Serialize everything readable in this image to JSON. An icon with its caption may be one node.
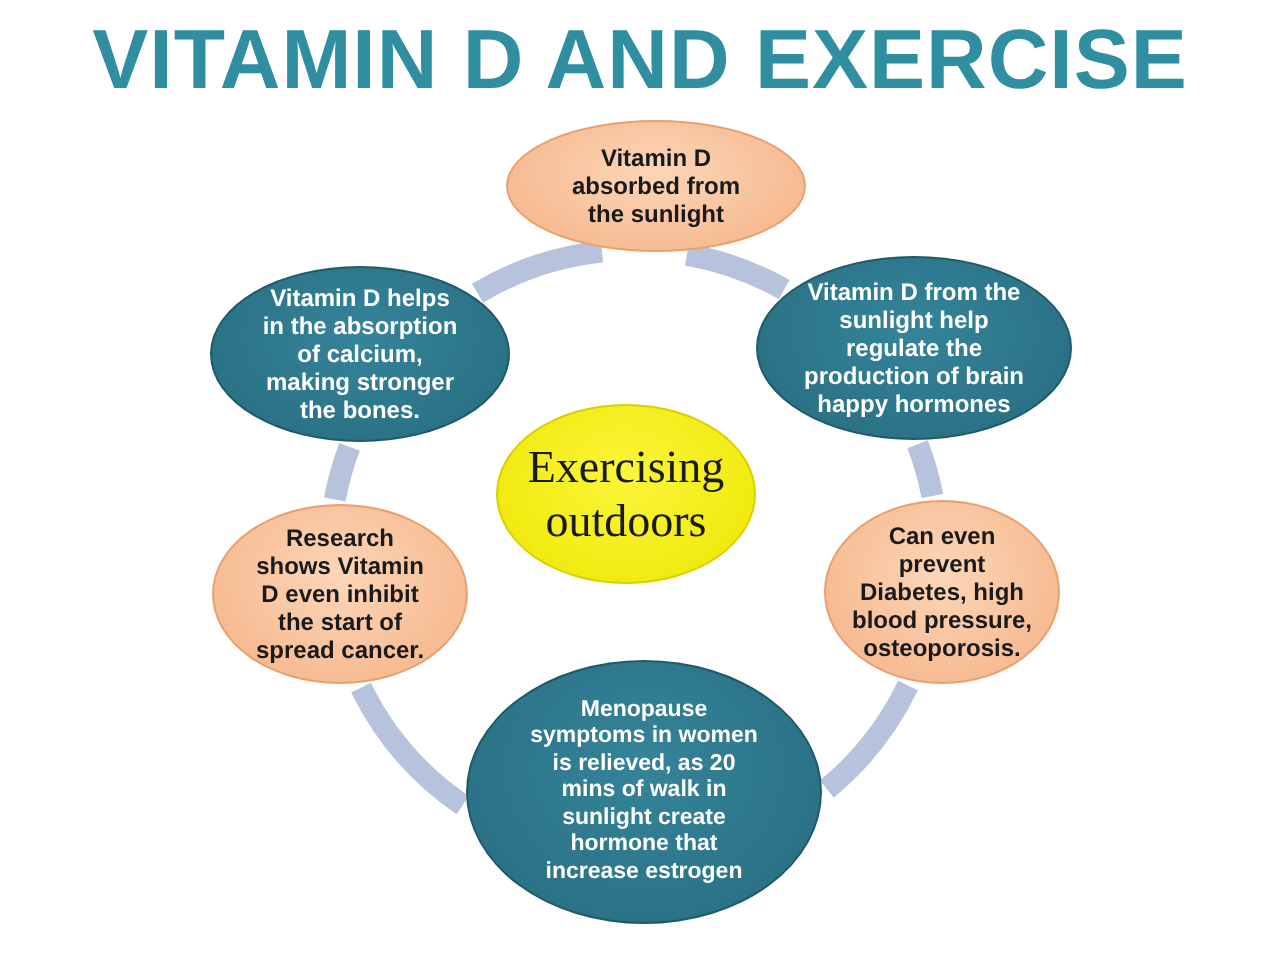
{
  "diagram": {
    "title": "VITAMIN D AND EXERCISE",
    "nodes": [
      {
        "text": [
          "Vitamin D absorbed from the sunlight"
        ]
      },
      {
        "text": [
          "Vitamin D helps in the absorption of calcium, making stronger the bones."
        ]
      },
      {
        "text": [
          "Vitamin D from the sunlight help regulate the production of brain happy hormones"
        ]
      },
      {
        "text": [
          "Exercising outdoors"
        ]
      },
      {
        "text": [
          "Research shows Vitamin D even inhibit the start of spread cancer."
        ]
      },
      {
        "text": [
          "Can even prevent Diabetes, high blood pressure, osteoporosis."
        ]
      },
      {
        "text": [
          "Menopause symptoms in women is relieved, as 20 mins of walk in sunlight create hormone that increase estrogen"
        ]
      }
    ],
    "edges": [
      {
        "from": 0,
        "to": 2,
        "arrow": "none"
      },
      {
        "from": 2,
        "to": 5,
        "arrow": "none"
      },
      {
        "from": 5,
        "to": 6,
        "arrow": "none"
      },
      {
        "from": 6,
        "to": 4,
        "arrow": "none"
      },
      {
        "from": 4,
        "to": 1,
        "arrow": "none"
      },
      {
        "from": 1,
        "to": 0,
        "arrow": "none"
      }
    ]
  }
}
